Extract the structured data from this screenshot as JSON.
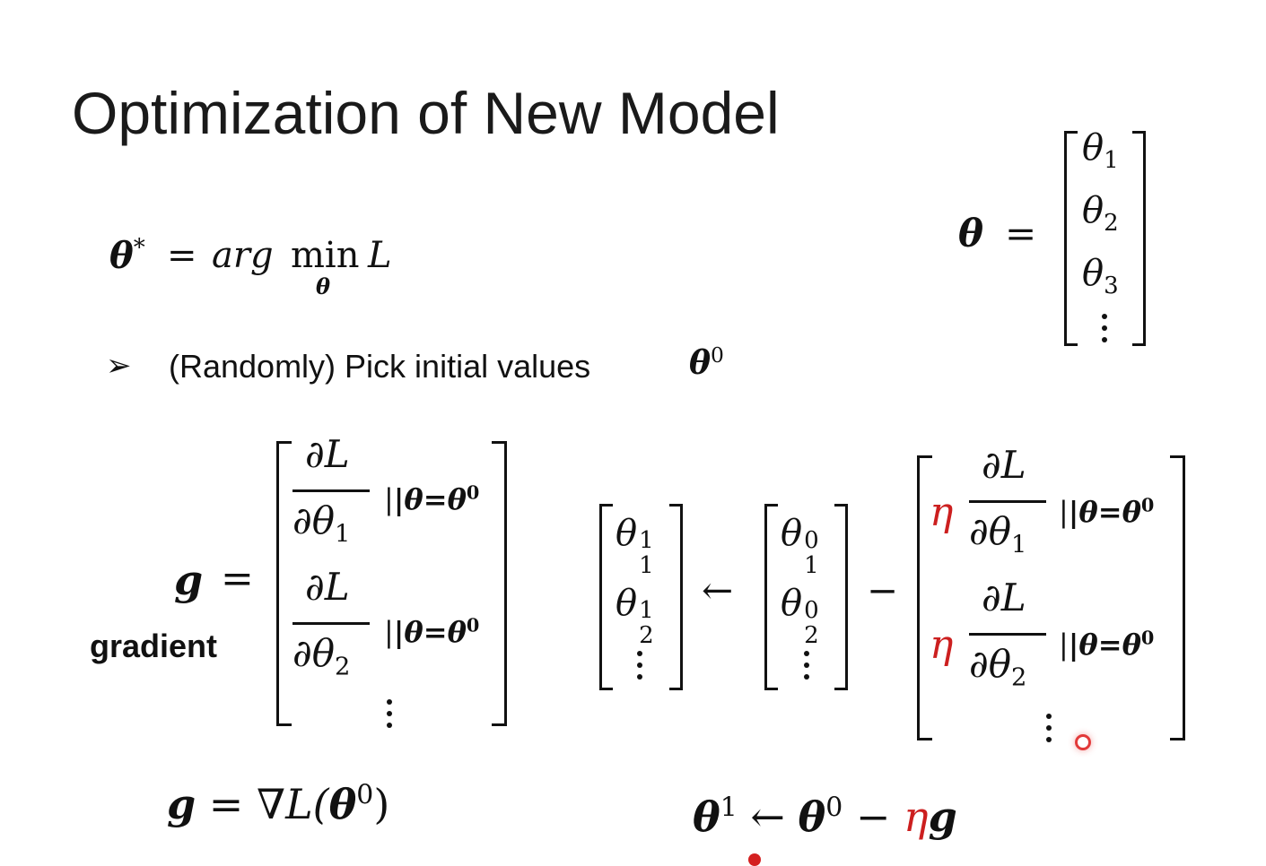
{
  "title": "Optimization of New Model",
  "objective": {
    "lhs": "θ",
    "star": "*",
    "eq": "=",
    "arg": "arg",
    "min": "min",
    "sub": "θ",
    "L": "L"
  },
  "theta_vector": {
    "lhs": "θ",
    "eq": "=",
    "sym": "θ",
    "indices": [
      "1",
      "2",
      "3"
    ]
  },
  "bullet": {
    "marker": "➢",
    "text": "(Randomly) Pick initial values",
    "sym": "θ",
    "sup": "0"
  },
  "gradient": {
    "g": "g",
    "eq": "=",
    "label": "gradient",
    "num": "∂L",
    "den": "∂θ",
    "indices": [
      "1",
      "2"
    ],
    "at": "|θ=θ",
    "at_sup": "0"
  },
  "update": {
    "sym": "θ",
    "new_sup": "1",
    "old_sup": "0",
    "subs": [
      "1",
      "2"
    ],
    "arrow": "←",
    "minus": "−",
    "eta": "η",
    "num": "∂L",
    "den": "∂θ",
    "at": "|θ=θ",
    "at_sup": "0"
  },
  "grad_def": {
    "g": "g",
    "eq": "=",
    "rhs": "∇L(",
    "sym": "θ",
    "sup": "0",
    "close": ")"
  },
  "update_def": {
    "lhs": "θ",
    "lhs_sup": "1",
    "arrow": "←",
    "sym": "θ",
    "sup": "0",
    "minus": "−",
    "eta": "η",
    "g": "g"
  },
  "colors": {
    "accent": "#cc1f1f",
    "text": "#111111"
  }
}
